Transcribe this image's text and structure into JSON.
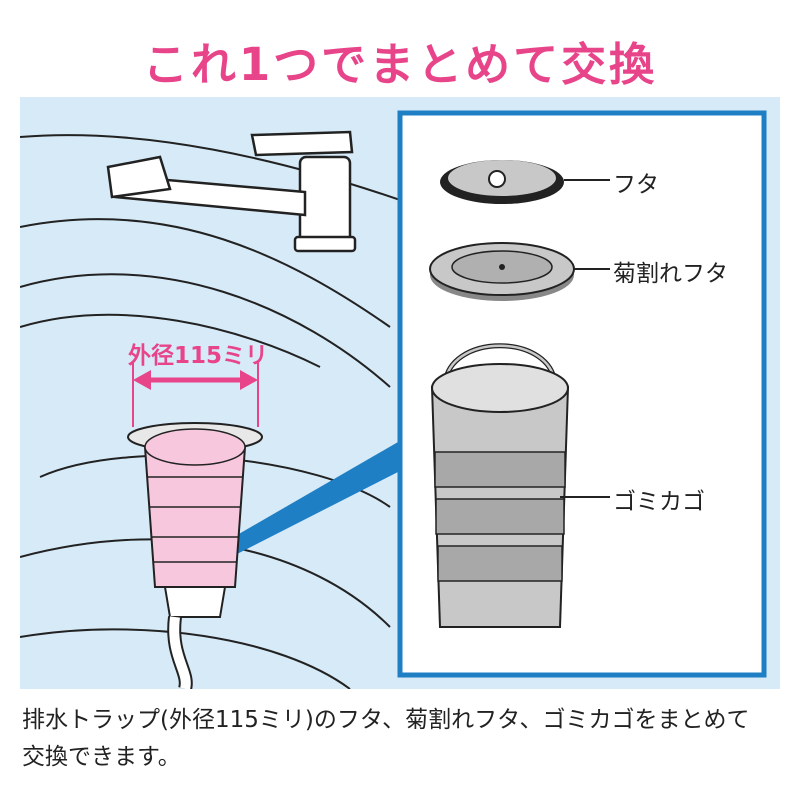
{
  "headline": "これ1つでまとめて交換",
  "dimension_label": "外径115ミリ",
  "parts": {
    "lid": "フタ",
    "chrysanthemum_lid": "菊割れフタ",
    "basket": "ゴミカゴ"
  },
  "caption": {
    "line1": "排水トラップ(外径115ミリ)のフタ、菊割れフタ、ゴミカゴをまとめて",
    "line2": "交換できます。"
  },
  "colors": {
    "accent_pink": "#e8448a",
    "frame_blue": "#1f7fc4",
    "sink_bg": "#d6eaf8",
    "part_gray": "#c8c8c8"
  }
}
